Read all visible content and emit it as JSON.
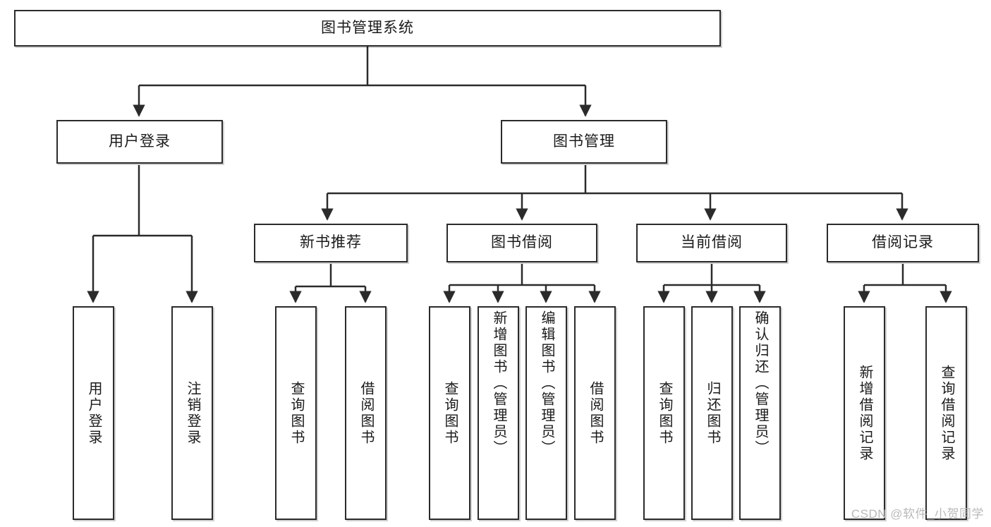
{
  "diagram": {
    "title": "图书管理系统",
    "type": "tree",
    "watermark": "CSDN @软件_小贺同学",
    "colors": {
      "box_border": "#2b2b2b",
      "box_fill": "#ffffff",
      "line": "#2b2b2b",
      "text": "#1a1a1a",
      "watermark": "#b9b9b9"
    },
    "nodes": {
      "root": {
        "label": "图书管理系统",
        "level": 1,
        "orientation": "horizontal"
      },
      "l2": [
        {
          "id": "user-login",
          "label": "用户登录",
          "level": 2,
          "orientation": "horizontal"
        },
        {
          "id": "book-manage",
          "label": "图书管理",
          "level": 2,
          "orientation": "horizontal"
        }
      ],
      "l3": [
        {
          "id": "new-book-rec",
          "label": "新书推荐",
          "level": 3,
          "orientation": "horizontal"
        },
        {
          "id": "book-borrow",
          "label": "图书借阅",
          "level": 3,
          "orientation": "horizontal"
        },
        {
          "id": "current-borrow",
          "label": "当前借阅",
          "level": 3,
          "orientation": "horizontal"
        },
        {
          "id": "borrow-record",
          "label": "借阅记录",
          "level": 3,
          "orientation": "horizontal"
        }
      ],
      "leaves": [
        {
          "id": "leaf-user-login",
          "label": "用户登录",
          "parent": "user-login",
          "orientation": "vertical"
        },
        {
          "id": "leaf-logout",
          "label": "注销登录",
          "parent": "user-login",
          "orientation": "vertical"
        },
        {
          "id": "leaf-query-book-1",
          "label": "查询图书",
          "parent": "new-book-rec",
          "orientation": "vertical"
        },
        {
          "id": "leaf-borrow-book-1",
          "label": "借阅图书",
          "parent": "new-book-rec",
          "orientation": "vertical"
        },
        {
          "id": "leaf-query-book-2",
          "label": "查询图书",
          "parent": "book-borrow",
          "orientation": "vertical"
        },
        {
          "id": "leaf-add-book",
          "label": "新增图书（管理员）",
          "parent": "book-borrow",
          "orientation": "vertical"
        },
        {
          "id": "leaf-edit-book",
          "label": "编辑图书（管理员）",
          "parent": "book-borrow",
          "orientation": "vertical"
        },
        {
          "id": "leaf-borrow-book-2",
          "label": "借阅图书",
          "parent": "book-borrow",
          "orientation": "vertical"
        },
        {
          "id": "leaf-query-book-3",
          "label": "查询图书",
          "parent": "current-borrow",
          "orientation": "vertical"
        },
        {
          "id": "leaf-return-book",
          "label": "归还图书",
          "parent": "current-borrow",
          "orientation": "vertical"
        },
        {
          "id": "leaf-confirm-return",
          "label": "确认归还（管理员）",
          "parent": "current-borrow",
          "orientation": "vertical"
        },
        {
          "id": "leaf-add-record",
          "label": "新增借阅记录",
          "parent": "borrow-record",
          "orientation": "vertical"
        },
        {
          "id": "leaf-query-record",
          "label": "查询借阅记录",
          "parent": "borrow-record",
          "orientation": "vertical"
        }
      ]
    }
  }
}
